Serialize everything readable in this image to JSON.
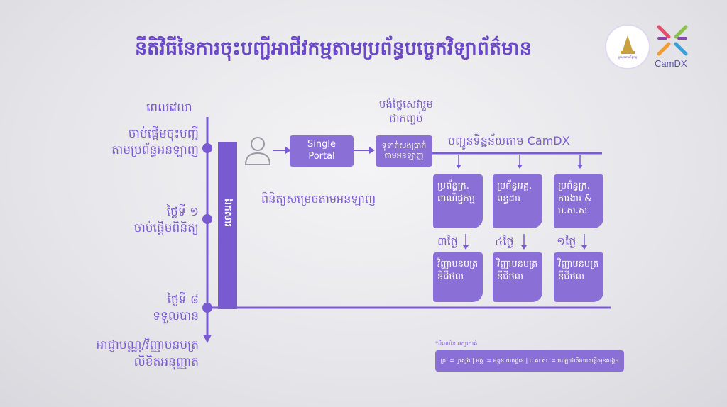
{
  "title": "នីតិវិធីនៃការចុះបញ្ជីអាជីវកម្មតាមប្រព័ន្ធបច្ចេកវិទ្យាព័ត៌មាន",
  "logo": {
    "caption": "ក្រសួងពាណិជ្ជកម្ម",
    "brand": "CamDX"
  },
  "timeline": {
    "heading": "ពេលវេលា",
    "start": [
      "ចាប់ផ្តើមចុះបញ្ជី",
      "តាមប្រព័ន្ធអនឡាញ"
    ],
    "day1": [
      "ថ្ងៃទី ១",
      "ចាប់ផ្តើមពិនិត្យ"
    ],
    "day8": [
      "ថ្ងៃទី ៨",
      "ទទួលបាន"
    ],
    "final": [
      "អាជ្ញាបណ្ណ/វិញ្ញាបនបត្រ",
      "លិខិតអនុញ្ញាត"
    ]
  },
  "bar_label": "ឯកសារ",
  "single_portal": [
    "Single",
    "Portal"
  ],
  "fee_label": [
    "បង់ថ្លៃសេវារួម",
    "ជាកញ្ចប់"
  ],
  "fee_box": [
    "ទូទាត់សងប្រាក់",
    "តាមអនឡាញ"
  ],
  "camdx_label": "បញ្ជូនទិន្នន័យតាម CamDX",
  "review_label": "ពិនិត្យសម្រេចតាមអនឡាញ",
  "ministries": [
    {
      "line1": "ប្រព័ន្ធក្រ.",
      "line2": "ពាណិជ្ជកម្ម",
      "days": "៣ថ្ងៃ",
      "cert1": "វិញ្ញាបនបត្រ",
      "cert2": "ឌីជីថល"
    },
    {
      "line1": "ប្រព័ន្ធអគ្គ.",
      "line2": "ពន្ធដារ",
      "days": "៤ថ្ងៃ",
      "cert1": "វិញ្ញាបនបត្រ",
      "cert2": "ឌីជីថល"
    },
    {
      "line1": "ប្រព័ន្ធក្រ.",
      "line2": "ការងារ & ប.ស.ស.",
      "days": "១ថ្ងៃ",
      "cert1": "វិញ្ញាបនបត្រ",
      "cert2": "ឌីជីថល"
    }
  ],
  "legend": {
    "note": "*ពិពណ៌នាអក្សរកាត់",
    "text": "ក្រ. = ក្រសួង  |  អគ្គ. = អគ្គនាយកដ្ឋាន  |  ប.ស.ស. = បេឡាជាតិរបបសន្តិសុខសង្គម"
  },
  "colors": {
    "primary": "#7a5ad0",
    "box": "#8a6fd6",
    "background": "#e6e6ea"
  },
  "icons": {
    "user": "user-icon"
  }
}
